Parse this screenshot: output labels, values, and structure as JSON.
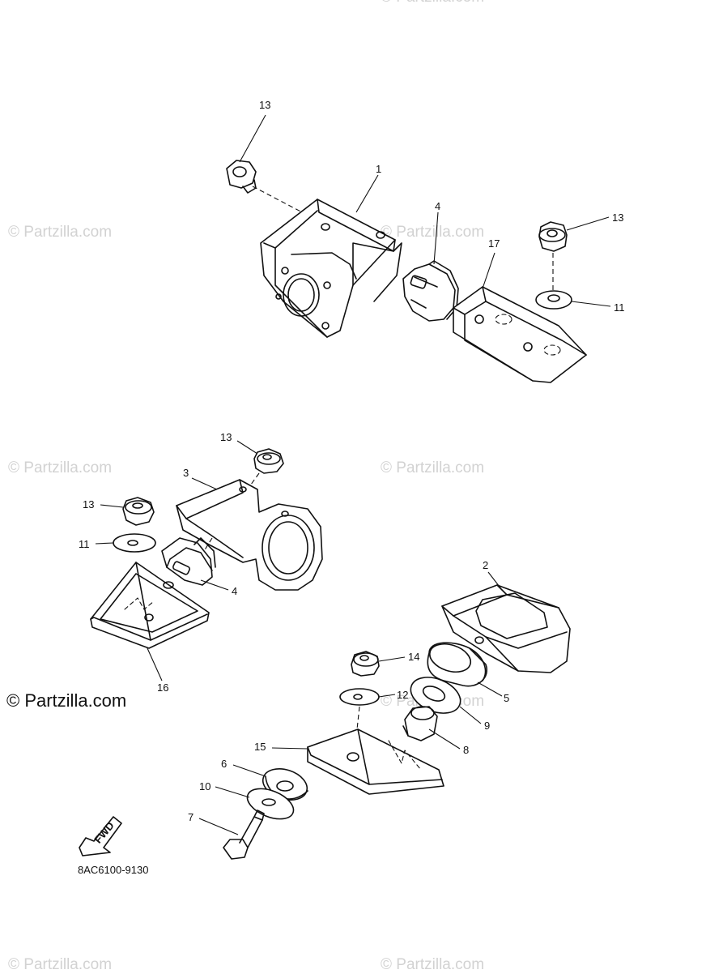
{
  "watermarks": {
    "text": "© Partzilla.com",
    "main_text": "© Partzilla.com"
  },
  "drawing_code": "8AC6100-9130",
  "fwd_arrow_label": "FWD",
  "callouts": {
    "c13a": "13",
    "c1": "1",
    "c4a": "4",
    "c17": "17",
    "c13b": "13",
    "c11a": "11",
    "c13c": "13",
    "c3": "3",
    "c13d": "13",
    "c11b": "11",
    "c4b": "4",
    "c16": "16",
    "c2": "2",
    "c14": "14",
    "c5": "5",
    "c12": "12",
    "c9": "9",
    "c8": "8",
    "c15": "15",
    "c6": "6",
    "c10": "10",
    "c7": "7"
  },
  "colors": {
    "line": "#111111",
    "watermark": "#d2d2d2",
    "background": "#ffffff"
  }
}
